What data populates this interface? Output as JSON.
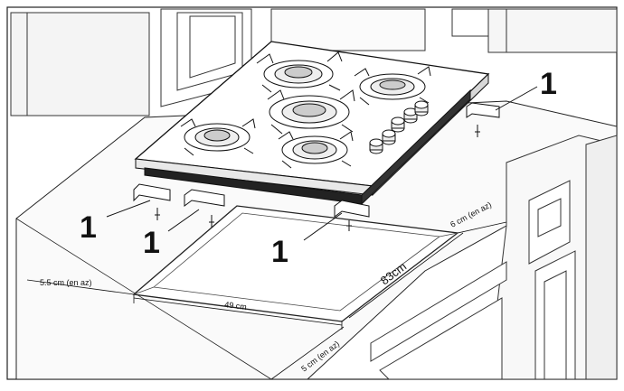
{
  "figure": {
    "callout_number": "1",
    "dimensions": {
      "left_offset": "5.5 cm (en az)",
      "cutout_width": "49 cm",
      "cutout_depth": "83cm",
      "back_offset": "6 cm (en az)",
      "front_offset": "5 cm (en az)"
    }
  }
}
